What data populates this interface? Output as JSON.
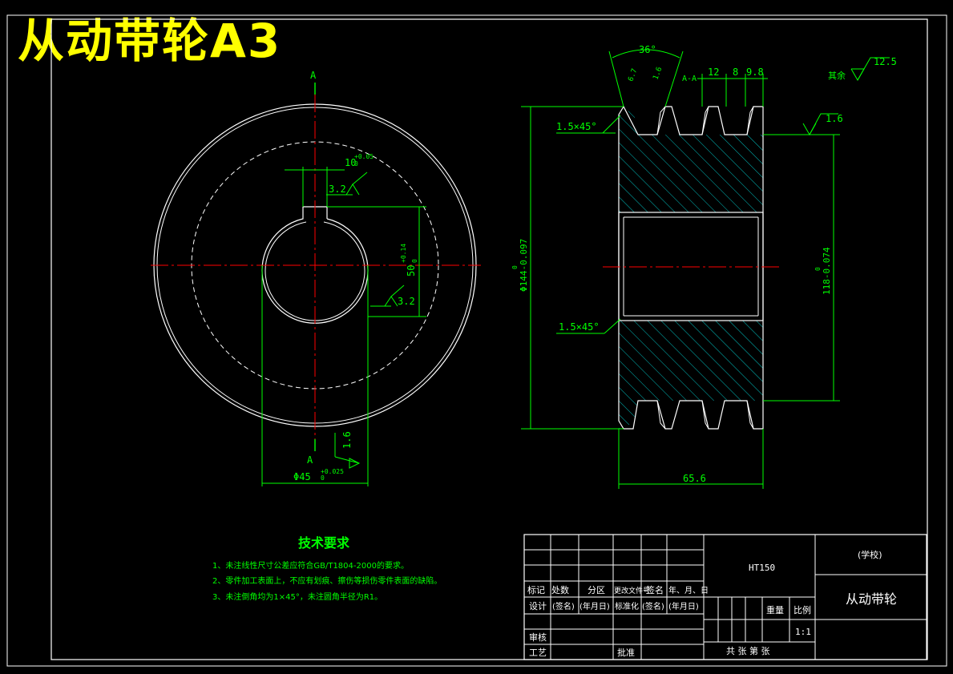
{
  "title": "从动带轮A3",
  "colors": {
    "frame": "#ffffff",
    "dimension": "#00ff00",
    "centerline": "#ff0000",
    "hatch": "#00c0c0",
    "title_text": "#ffff00",
    "notes_text": "#00ff00"
  },
  "front_view": {
    "section_label_top": "A",
    "section_label_bottom": "A",
    "key_width": "10",
    "key_width_tol_upper": "+0.05",
    "key_width_tol_lower": "0",
    "roughness_key": "3.2",
    "key_depth": "50",
    "key_depth_tol_upper": "+0.14",
    "key_depth_tol_lower": "0",
    "roughness_key_side": "3.2",
    "roughness_bore": "1.6",
    "bore_dia": "Φ45",
    "bore_tol_upper": "+0.025",
    "bore_tol_lower": "0"
  },
  "section_view": {
    "label": "A-A",
    "groove_angle": "36°",
    "groove_dim_a": "6.7",
    "groove_dim_b": "1.6",
    "pitch_1": "12",
    "pitch_2": "8",
    "pitch_3": "9.8",
    "other_roughness_label": "其余",
    "other_roughness_value": "12.5",
    "roughness_rim": "1.6",
    "chamfer_top": "1.5×45°",
    "chamfer_bore": "1.5×45°",
    "outer_dia": "Φ144-0.097",
    "outer_dia_upper": "0",
    "hub_dim": "118-0.074",
    "hub_dim_upper": "0",
    "width": "65.6"
  },
  "technical_requirements": {
    "heading": "技术要求",
    "items": [
      "1、未注线性尺寸公差应符合GB/T1804-2000的要求。",
      "2、零件加工表面上，不应有划痕、擦伤等损伤零件表面的缺陷。",
      "3、未注倒角均为1×45°，未注圆角半径为R1。"
    ]
  },
  "title_block": {
    "headers": [
      "标记",
      "处数",
      "分区",
      "更改文件号",
      "签名",
      "年、月、日"
    ],
    "design_row": [
      "设计",
      "(签名)",
      "(年月日)",
      "标准化",
      "(签名)",
      "(年月日)"
    ],
    "review": "审核",
    "process": "工艺",
    "approve": "批准",
    "material": "HT150",
    "school": "(学校)",
    "part_name": "从动带轮",
    "weight_label": "重量",
    "scale_label": "比例",
    "scale_value": "1:1",
    "sheets": "共  张  第  张"
  }
}
